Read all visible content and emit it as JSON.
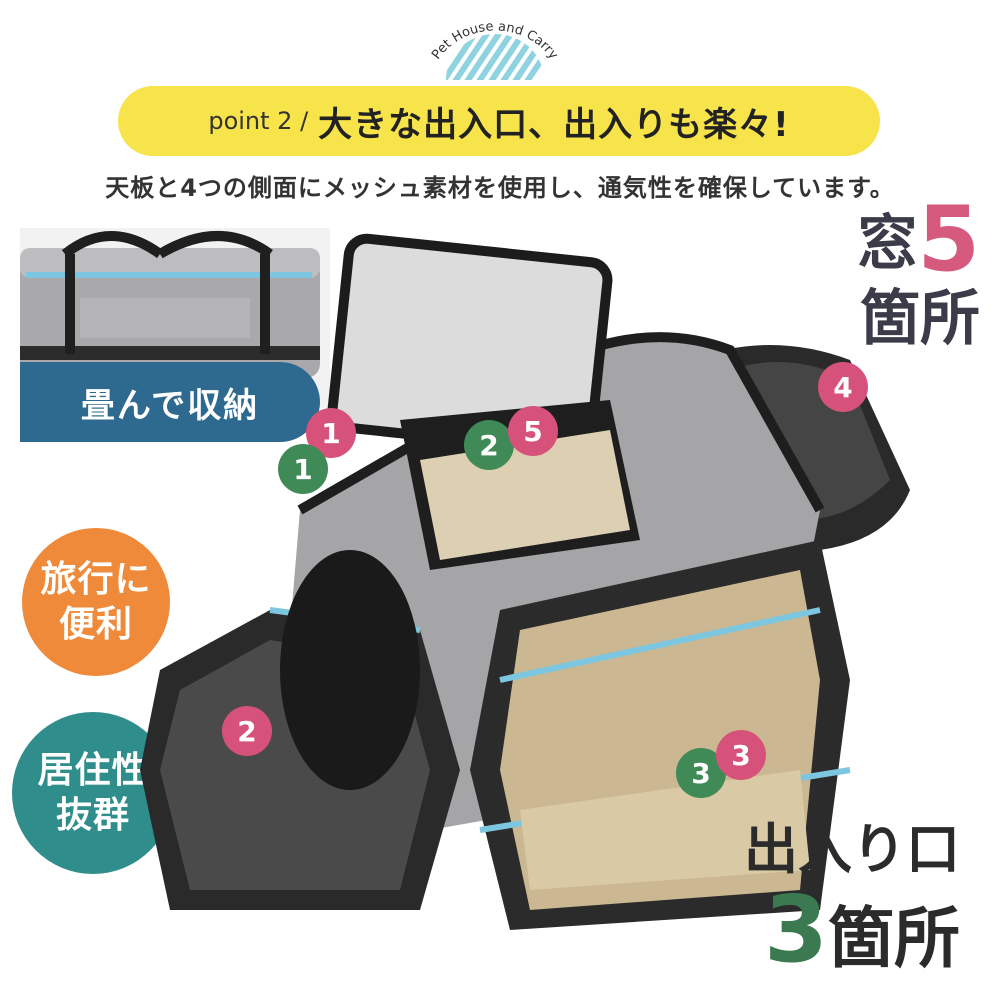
{
  "emblem": {
    "text": "Pet House and Carry"
  },
  "headline": {
    "point": "point 2 /",
    "title": "大きな出入口、出入りも楽々!"
  },
  "subtext": "天板と4つの側面にメッシュ素材を使用し、通気性を確保しています。",
  "windows": {
    "prefix": "窓",
    "number": "5",
    "suffix": "箇所"
  },
  "entrances": {
    "label": "出入り口",
    "number": "3",
    "suffix": "箇所"
  },
  "fold_label": "畳んで収納",
  "badges": {
    "travel": [
      "旅行に",
      "便利"
    ],
    "comfort": [
      "居住性",
      "抜群"
    ]
  },
  "markers": {
    "pink": [
      "1",
      "5",
      "4",
      "2",
      "3"
    ],
    "green": [
      "1",
      "2",
      "3"
    ]
  },
  "colors": {
    "headline_bg": "#f7e34a",
    "accent_pink": "#d6527a",
    "accent_green": "#3f8a56",
    "fold_bg": "#2e6a8f",
    "travel_bg": "#ee8a3a",
    "comfort_bg": "#2f8e8c",
    "trim_blue": "#7cc6e0"
  }
}
